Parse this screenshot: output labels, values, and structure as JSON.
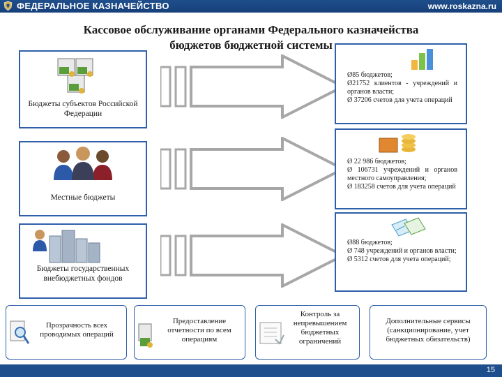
{
  "header": {
    "brand": "ФЕДЕРАЛЬНОЕ КАЗНАЧЕЙСТВО",
    "site": "www.roskazna.ru"
  },
  "title": {
    "line1": "Кассовое обслуживание органами Федерального казначейства",
    "line2": "бюджетов  бюджетной системы"
  },
  "rows": [
    {
      "label": "Бюджеты субъектов Российской Федерации",
      "details": [
        "Ø85 бюджетов;",
        "Ø21752 клиентов - учреждений и органов власти;",
        "Ø  37206  счетов  для  учета операций"
      ]
    },
    {
      "label": "Местные бюджеты",
      "details": [
        "Ø  22 986 бюджетов;",
        "Ø 106731 учреждений и органов местного самоуправления;",
        "Ø  183258  счетов  для  учета операций"
      ]
    },
    {
      "label": "Бюджеты государственных внебюджетных фондов",
      "details": [
        "Ø88 бюджетов;",
        "Ø 748 учреждений и органов власти;",
        "Ø  5312  счетов  для  учета операций;"
      ]
    }
  ],
  "bottom": [
    {
      "text": "Прозрачность всех проводимых операций"
    },
    {
      "text": "Предоставление отчетности по всем операциям"
    },
    {
      "text": "Контроль за непревышением бюджетных ограничений"
    },
    {
      "text": "Дополнительные сервисы (санкционирование, учет бюджетных обязательств)"
    }
  ],
  "footer": {
    "page": "15"
  },
  "colors": {
    "brand_blue": "#1f4e8c",
    "box_border": "#2e5fa8",
    "arrow_gray": "#a7a7a7"
  },
  "icons": [
    "emblem-icon",
    "money-stack-icon",
    "people-group-icon",
    "buildings-icon",
    "bar-chart-icon",
    "coins-folder-icon",
    "documents-icon",
    "magnifier-document-icon",
    "report-money-icon",
    "checklist-icon"
  ]
}
